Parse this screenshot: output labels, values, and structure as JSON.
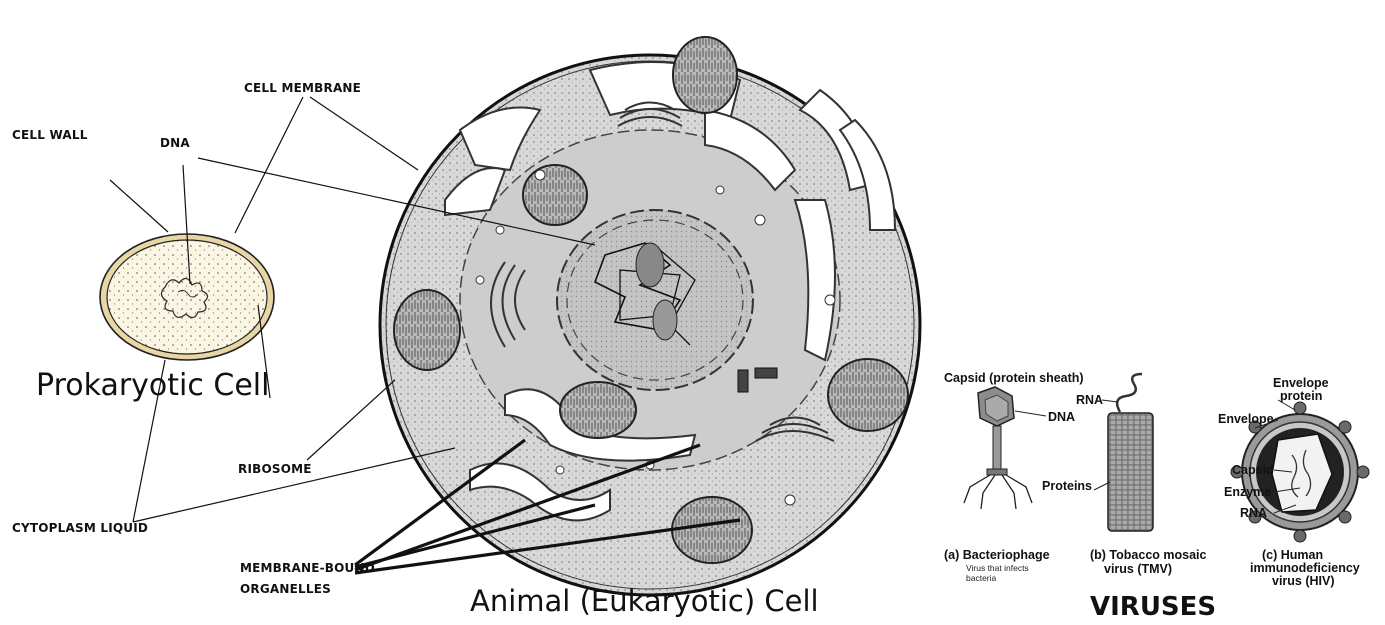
{
  "prokaryote": {
    "labels": {
      "cell_wall": "CELL WALL",
      "dna": "DNA",
      "cell_membrane": "CELL MEMBRANE",
      "ribosome": "RIBOSOME",
      "cytoplasm": "CYTOPLASM LIQUID"
    },
    "title": "Prokaryotic Cell"
  },
  "eukaryote": {
    "labels": {
      "membrane_bound": "MEMBRANE-BOUND",
      "organelles": "ORGANELLES"
    },
    "title": "Animal (Eukaryotic) Cell"
  },
  "viruses": {
    "title": "VIRUSES",
    "bacteriophage": {
      "capsid": "Capsid (protein sheath)",
      "dna": "DNA",
      "caption": "(a) Bacteriophage",
      "subcaption_1": "Virus that infects",
      "subcaption_2": "bacteria"
    },
    "tmv": {
      "rna": "RNA",
      "proteins": "Proteins",
      "caption_1": "(b) Tobacco mosaic",
      "caption_2": "virus (TMV)"
    },
    "hiv": {
      "envelope_protein_1": "Envelope",
      "envelope_protein_2": "protein",
      "envelope": "Envelope",
      "capsid": "Capsid",
      "enzyme": "Enzyme",
      "rna": "RNA",
      "caption_1": "(c) Human",
      "caption_2": "immunodeficiency",
      "caption_3": "virus (HIV)"
    }
  }
}
